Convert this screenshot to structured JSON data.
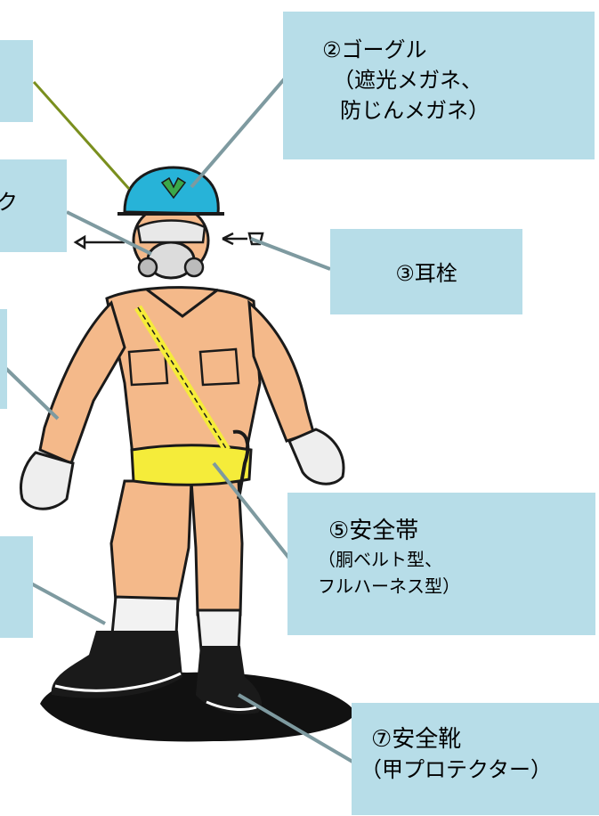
{
  "labels": {
    "goggles": {
      "title": "②ゴーグル",
      "sub1": "（遮光メガネ、",
      "sub2": "防じんメガネ）"
    },
    "mask_partial": {
      "title": "ク"
    },
    "earplug": {
      "title": "③耳栓"
    },
    "harness": {
      "title": "⑤安全帯",
      "sub1": "（胴ベルト型、",
      "sub2": "フルハーネス型）"
    },
    "boots": {
      "title": "⑦安全靴",
      "sub1": "（甲プロテクター）"
    }
  },
  "colors": {
    "box_fill": "#b7dde8",
    "leader_green": "#7a8f1e",
    "leader_gray": "#7e9aa0",
    "suit": "#f4b98a",
    "helmet": "#27b3d8",
    "belt": "#f5ec3a",
    "ink": "#1a1a1a"
  }
}
